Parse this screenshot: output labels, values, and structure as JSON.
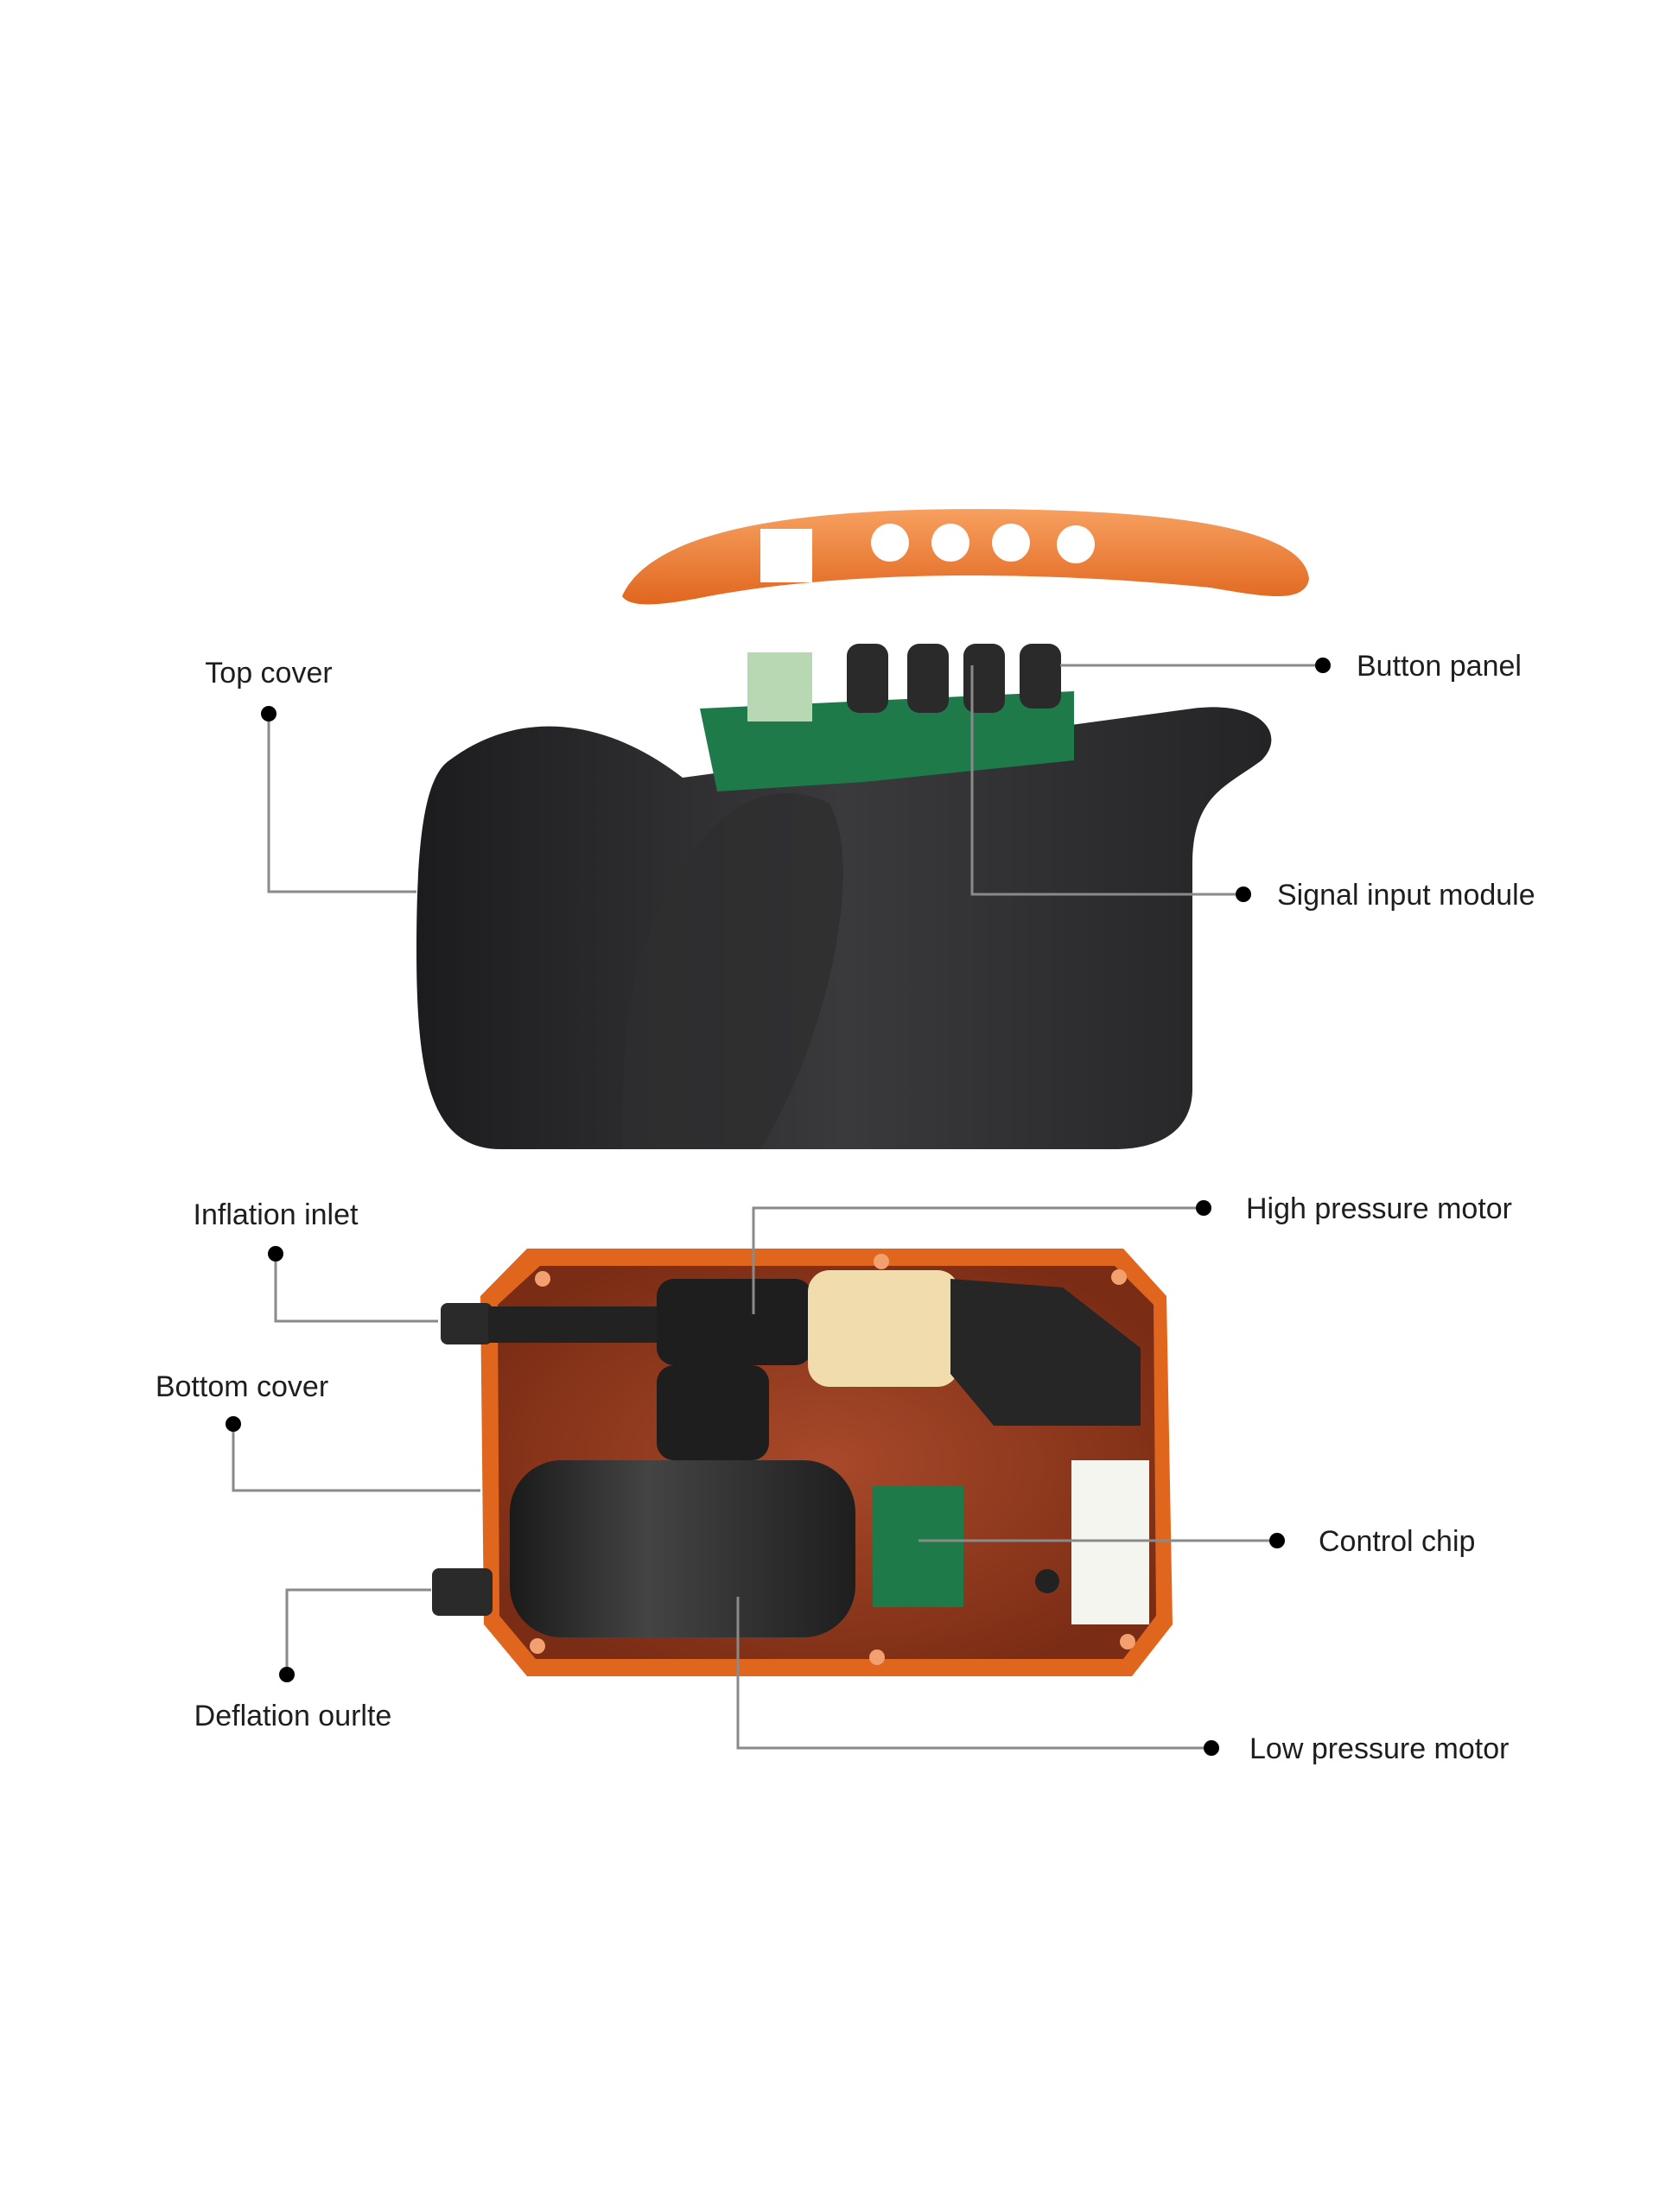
{
  "labels": {
    "top_cover": "Top cover",
    "button_panel": "Button panel",
    "signal_input_module": "Signal input module",
    "inflation_inlet": "Inflation inlet",
    "high_pressure_motor": "High pressure motor",
    "bottom_cover": "Bottom cover",
    "control_chip": "Control chip",
    "deflation_outlet": "Deflation ourlte",
    "low_pressure_motor": "Low pressure motor"
  },
  "colors": {
    "orange": "#e8792c",
    "case_dark": "#2c2c2e",
    "pcb_green": "#1f7a4a",
    "case_inner": "#9a3a1c",
    "coil": "#f1dcae"
  }
}
